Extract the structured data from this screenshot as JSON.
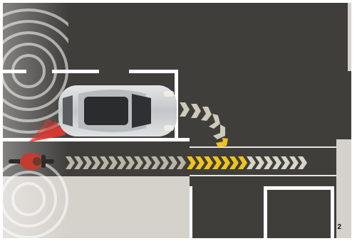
{
  "figure": {
    "number": "2",
    "scene_elements": [
      {
        "name": "car",
        "type": "vehicle-top-view",
        "color": "#c9cbcc"
      },
      {
        "name": "cyclist",
        "type": "rider-top-view",
        "color": "#c23d2e"
      },
      {
        "name": "sensor-waves",
        "type": "radar-arcs",
        "color": "#ffffff"
      },
      {
        "name": "turn-path",
        "type": "chevron-arrow",
        "color": "#cfc9b8"
      },
      {
        "name": "cyclist-path",
        "type": "chevron-arrow",
        "color": "#b9b4a6",
        "highlight": "#f1c21b"
      }
    ],
    "colors": {
      "asphalt": "#3f3e3b",
      "sidewalk": "#d5d2cc",
      "warning_red": "#e2382f",
      "warning_yellow": "#f1c21b",
      "lane_marking": "#ffffff"
    }
  }
}
